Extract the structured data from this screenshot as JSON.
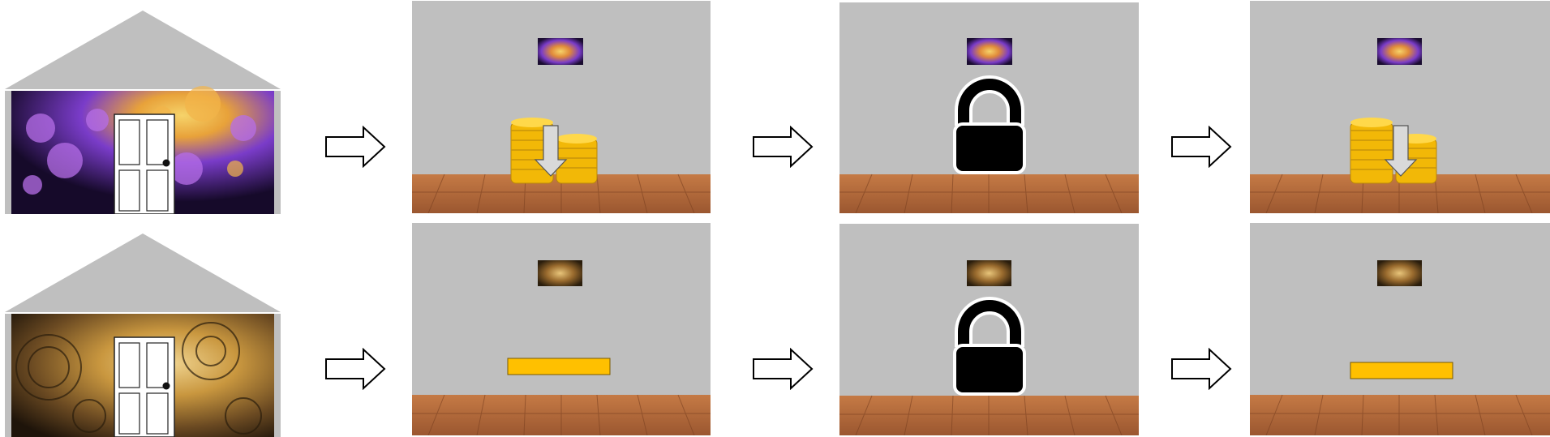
{
  "colors": {
    "background": "#ffffff",
    "roof": "#bfbfbf",
    "wall": "#bfbfbf",
    "floor": "#b86b3a",
    "floor_dark": "#8f4f28",
    "door": "#ffffff",
    "door_outline": "#222222",
    "gold": "#f2b807",
    "gold_bar": "#ffc000",
    "lock": "#000000",
    "arrow_fill": "#ffffff",
    "arrow_stroke": "#000000",
    "cosmic_purple": "#7a3cc9",
    "cosmic_orange": "#e8a23a",
    "bronze_dark": "#3b2a14",
    "bronze_light": "#d8b46a"
  },
  "rows": [
    {
      "house_pattern": "cosmic-fractal",
      "stages": [
        {
          "stage": "room-start",
          "painting": "cosmic-fractal",
          "object": "gold-coins-icon"
        },
        {
          "stage": "room-locked",
          "painting": "cosmic-fractal",
          "object": "padlock-icon"
        },
        {
          "stage": "room-result",
          "painting": "cosmic-fractal",
          "object": "gold-coins-icon"
        }
      ]
    },
    {
      "house_pattern": "bronze-fractal",
      "stages": [
        {
          "stage": "room-start",
          "painting": "bronze-fractal",
          "object": "gold-bar-icon"
        },
        {
          "stage": "room-locked",
          "painting": "bronze-fractal",
          "object": "padlock-icon"
        },
        {
          "stage": "room-result",
          "painting": "bronze-fractal",
          "object": "gold-bar-icon"
        }
      ]
    }
  ],
  "icons": [
    "house-icon",
    "door-icon",
    "right-arrow-icon",
    "painting-icon",
    "gold-coins-icon",
    "down-arrow-icon",
    "padlock-icon",
    "gold-bar-icon"
  ]
}
